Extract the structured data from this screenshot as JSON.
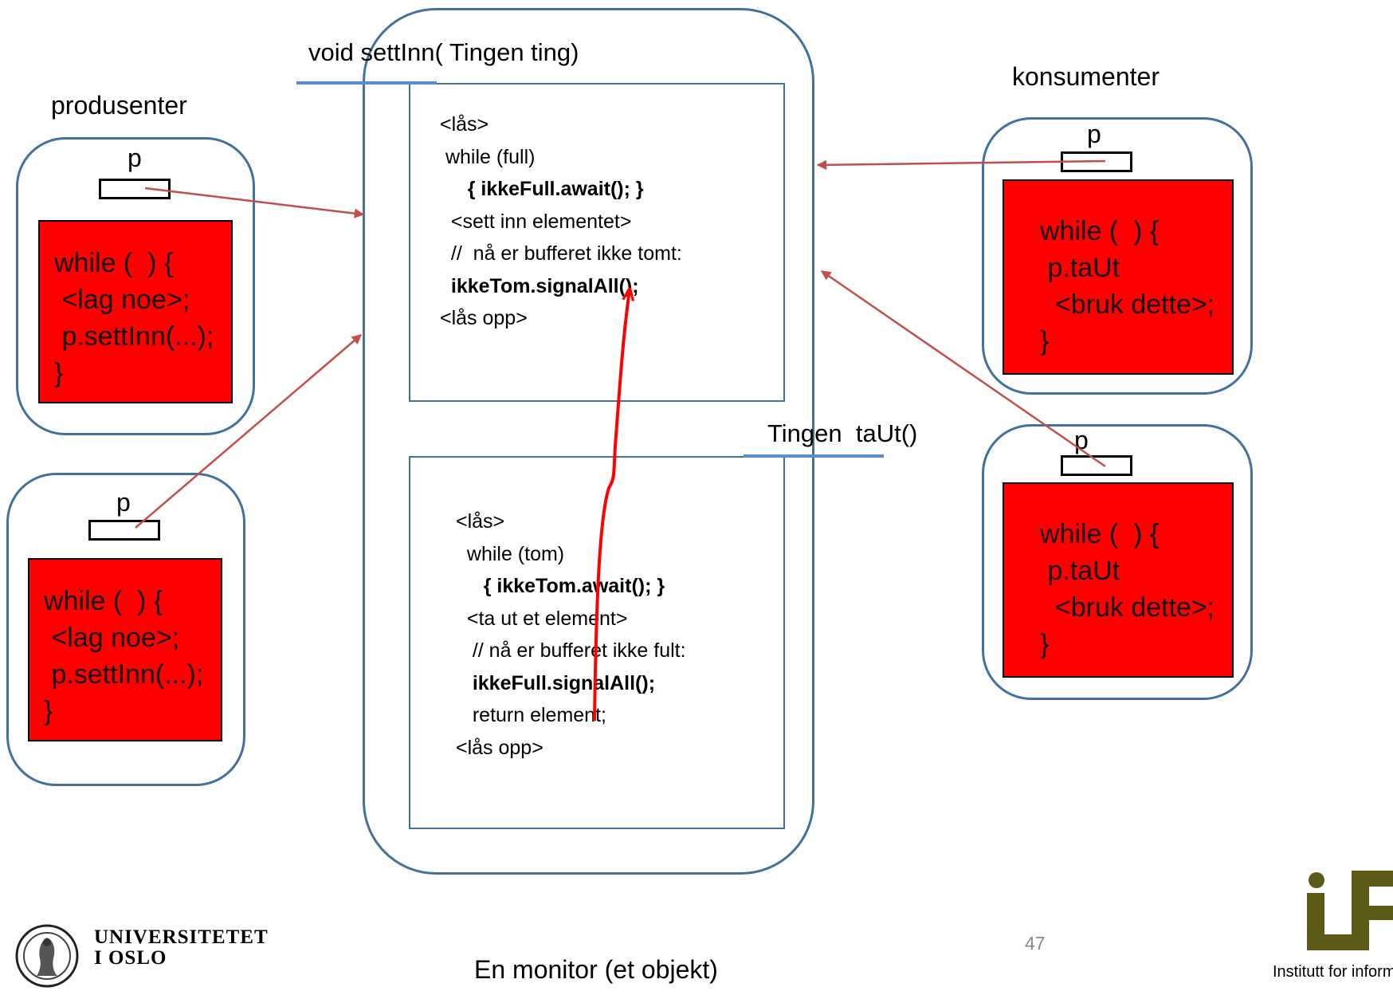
{
  "monitor": {
    "caption": "En monitor (et objekt)",
    "insert_method": "void settInn( Tingen ting)",
    "remove_method": "Tingen  taUt()",
    "insert_code": [
      {
        "text": "<lås>",
        "bold": false
      },
      {
        "text": " while (full)",
        "bold": false
      },
      {
        "text": "     { ikkeFull.await(); }",
        "bold": true
      },
      {
        "text": "  <sett inn elementet>",
        "bold": false
      },
      {
        "text": "  //  nå er bufferet ikke tomt:",
        "bold": false
      },
      {
        "text": "  ikkeTom.signalAll();",
        "bold": true
      },
      {
        "text": "<lås opp>",
        "bold": false
      }
    ],
    "remove_code": [
      {
        "text": "<lås>",
        "bold": false
      },
      {
        "text": "  while (tom)",
        "bold": false
      },
      {
        "text": "     { ikkeTom.await(); }",
        "bold": true
      },
      {
        "text": "  <ta ut et element>",
        "bold": false
      },
      {
        "text": "   // nå er bufferet ikke fult:",
        "bold": false
      },
      {
        "text": "   ikkeFull.signalAll();",
        "bold": true
      },
      {
        "text": "   return element;",
        "bold": false
      },
      {
        "text": "<lås opp>",
        "bold": false
      }
    ]
  },
  "producers": {
    "heading": "produsenter",
    "pointer_label": "p",
    "code": [
      "while (  ) {",
      " <lag noe>;",
      " p.settInn(...);",
      "}"
    ]
  },
  "consumers": {
    "heading": "konsumenter",
    "pointer_label": "p",
    "code": [
      "while (  ) {",
      " p.taUt",
      "  <bruk dette>;",
      "}"
    ]
  },
  "footer": {
    "university_line1": "UNIVERSITETET",
    "university_line2": "I OSLO",
    "page_number": "47",
    "ifi_logo_text": "ifi",
    "institute_text": "Institutt for informatikk"
  },
  "colors": {
    "panel_border": "#41719c",
    "code_box_fill": "#ff0000",
    "pointer_arrow": "#c0504d",
    "signal_arrow": "#ff0000",
    "method_underline": "#5b8ccf",
    "ifi_logo": "#5c5a16"
  }
}
